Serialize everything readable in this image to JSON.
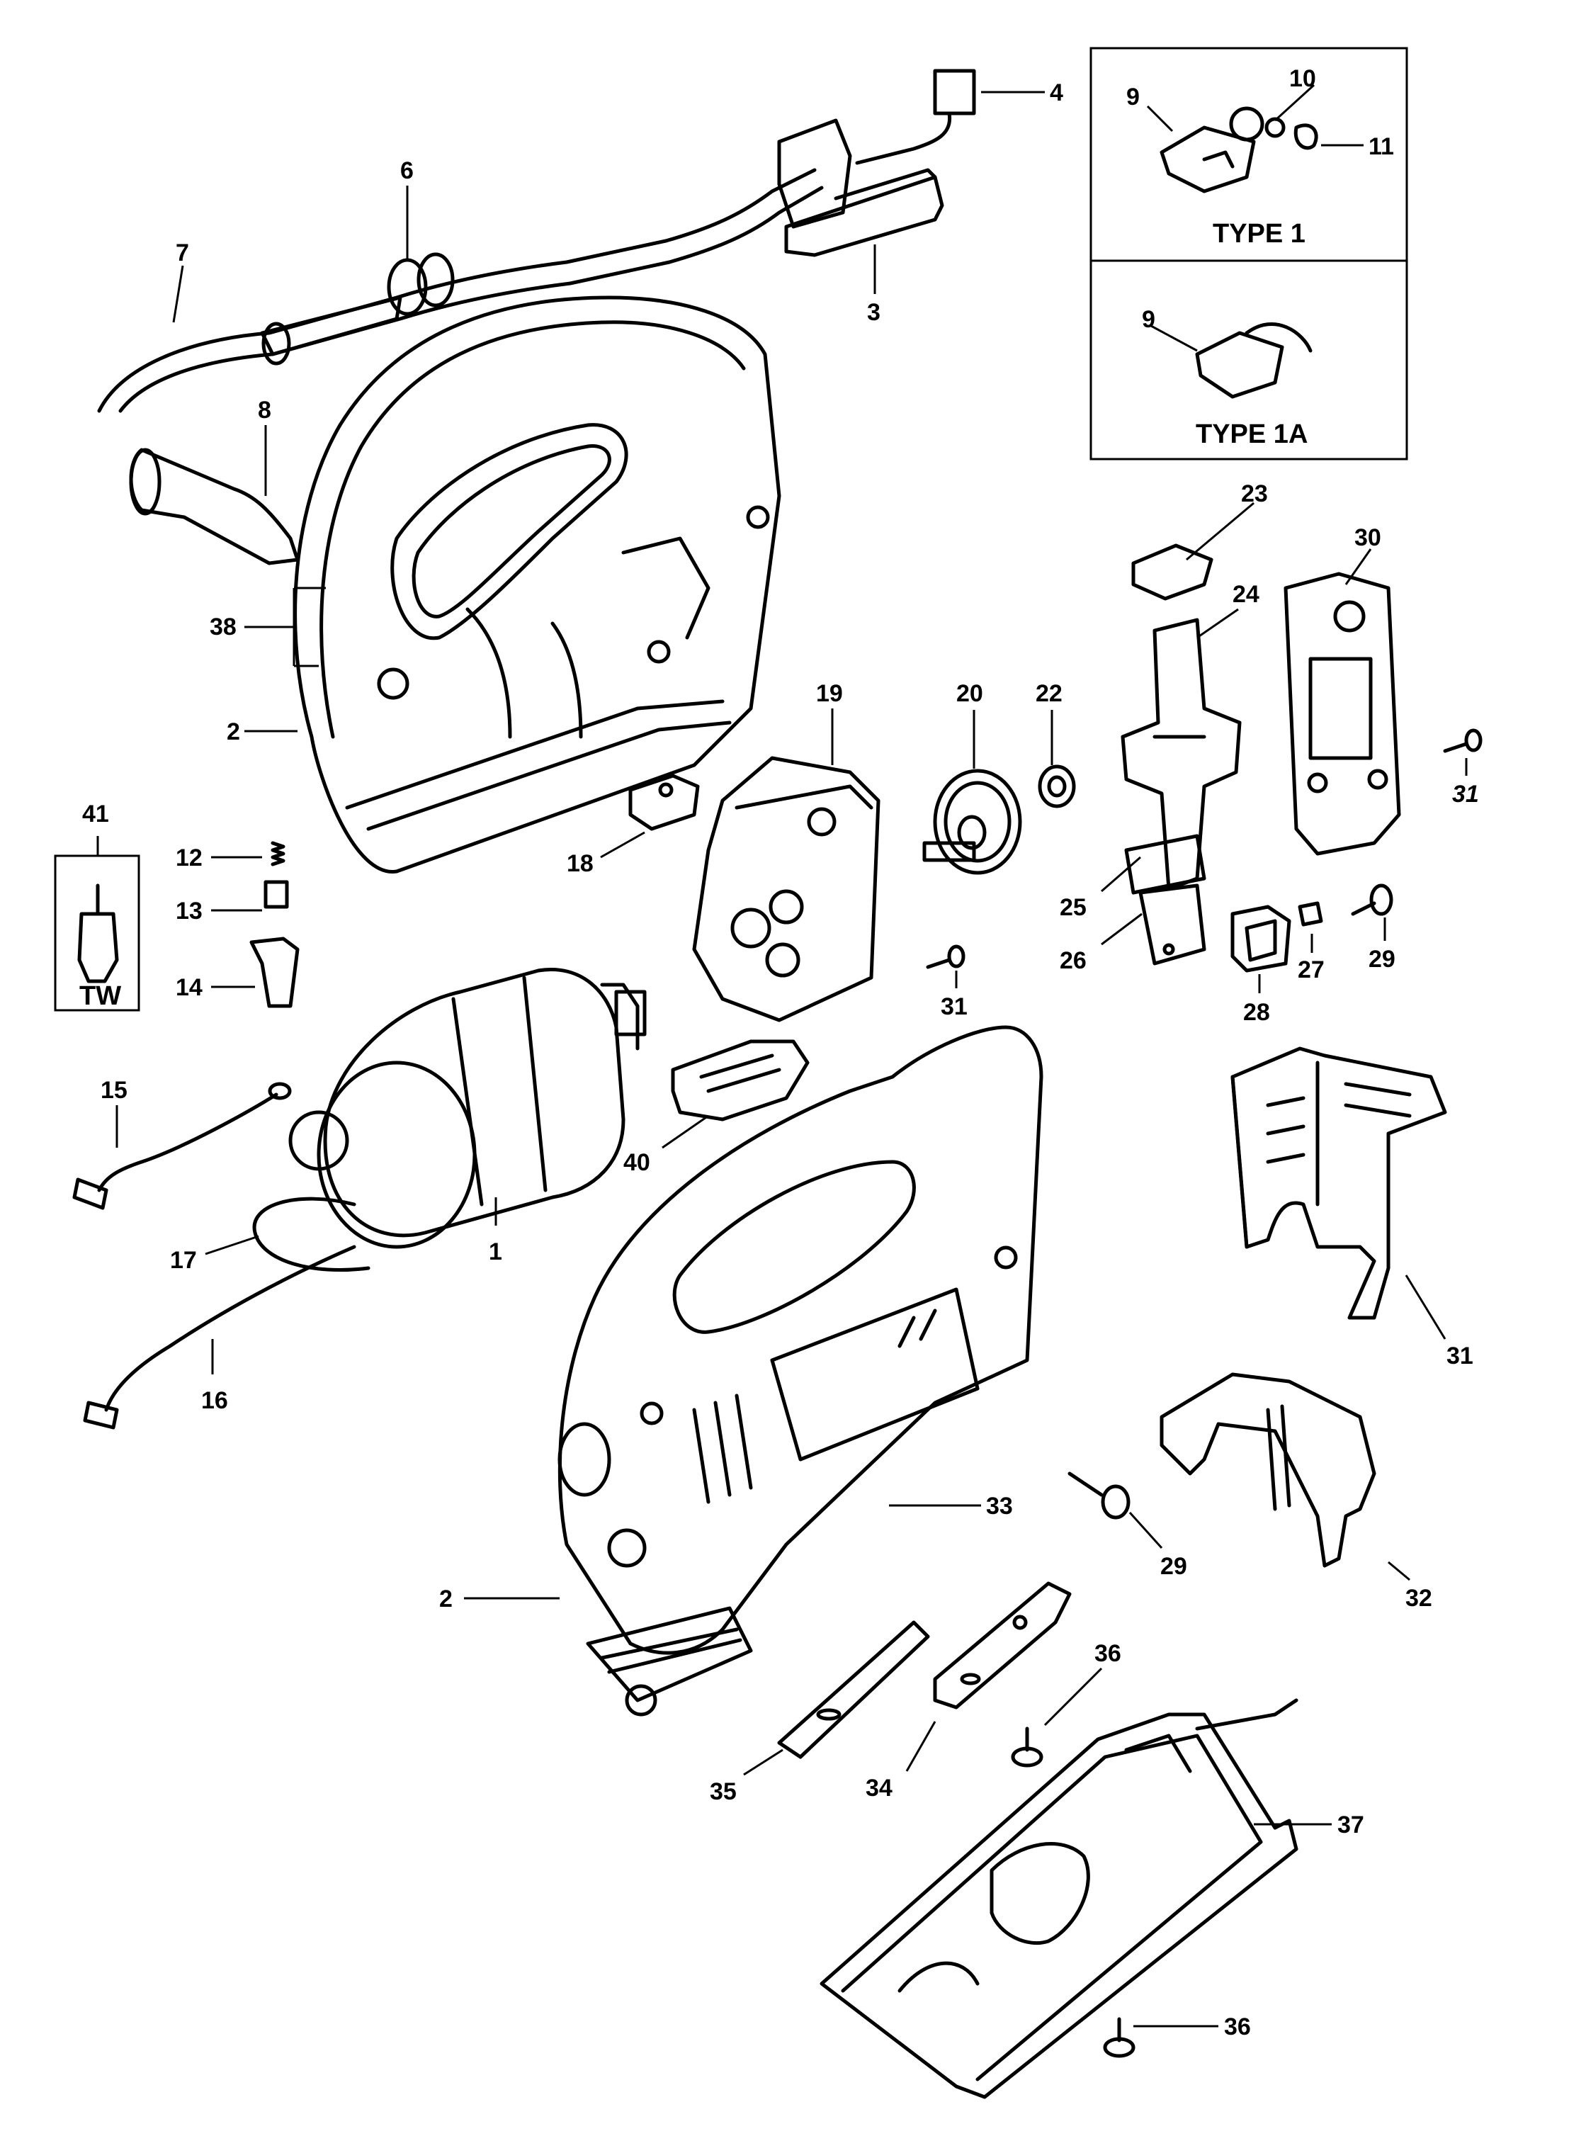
{
  "diagram": {
    "type_boxes": [
      {
        "title": "TYPE 1",
        "callouts": [
          "9",
          "10",
          "11"
        ]
      },
      {
        "title": "TYPE 1A",
        "callouts": [
          "9"
        ]
      }
    ],
    "tw_box": {
      "title": "TW",
      "callout": "41"
    },
    "callouts": [
      "1",
      "2",
      "2",
      "3",
      "4",
      "6",
      "7",
      "8",
      "12",
      "13",
      "14",
      "15",
      "16",
      "17",
      "18",
      "19",
      "20",
      "22",
      "23",
      "24",
      "25",
      "26",
      "27",
      "28",
      "29",
      "29",
      "30",
      "31",
      "31",
      "31",
      "32",
      "33",
      "34",
      "35",
      "36",
      "36",
      "37",
      "38",
      "40"
    ]
  }
}
